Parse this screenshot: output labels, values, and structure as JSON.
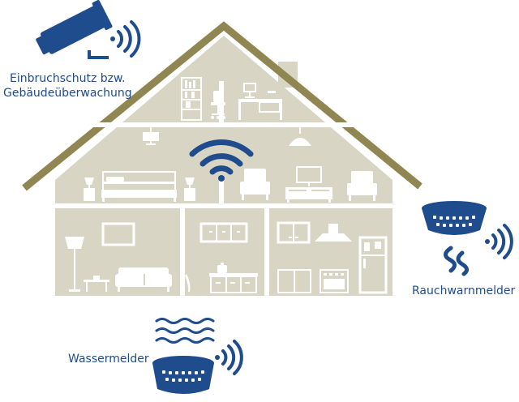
{
  "labels": {
    "camera_line1": "Einbruchschutz bzw.",
    "camera_line2": "Gebäudeüberwachung",
    "smoke": "Rauchwarnmelder",
    "water": "Wassermelder"
  },
  "colors": {
    "accent": "#1e4c8c",
    "house": "#d8d5c4",
    "roof": "#8f8652",
    "furniture": "#ffffff"
  },
  "icons": [
    "security-camera-icon",
    "wifi-icon",
    "smoke-detector-icon",
    "water-detector-icon",
    "wireless-signal-icon",
    "smoke-icon",
    "water-waves-icon"
  ]
}
